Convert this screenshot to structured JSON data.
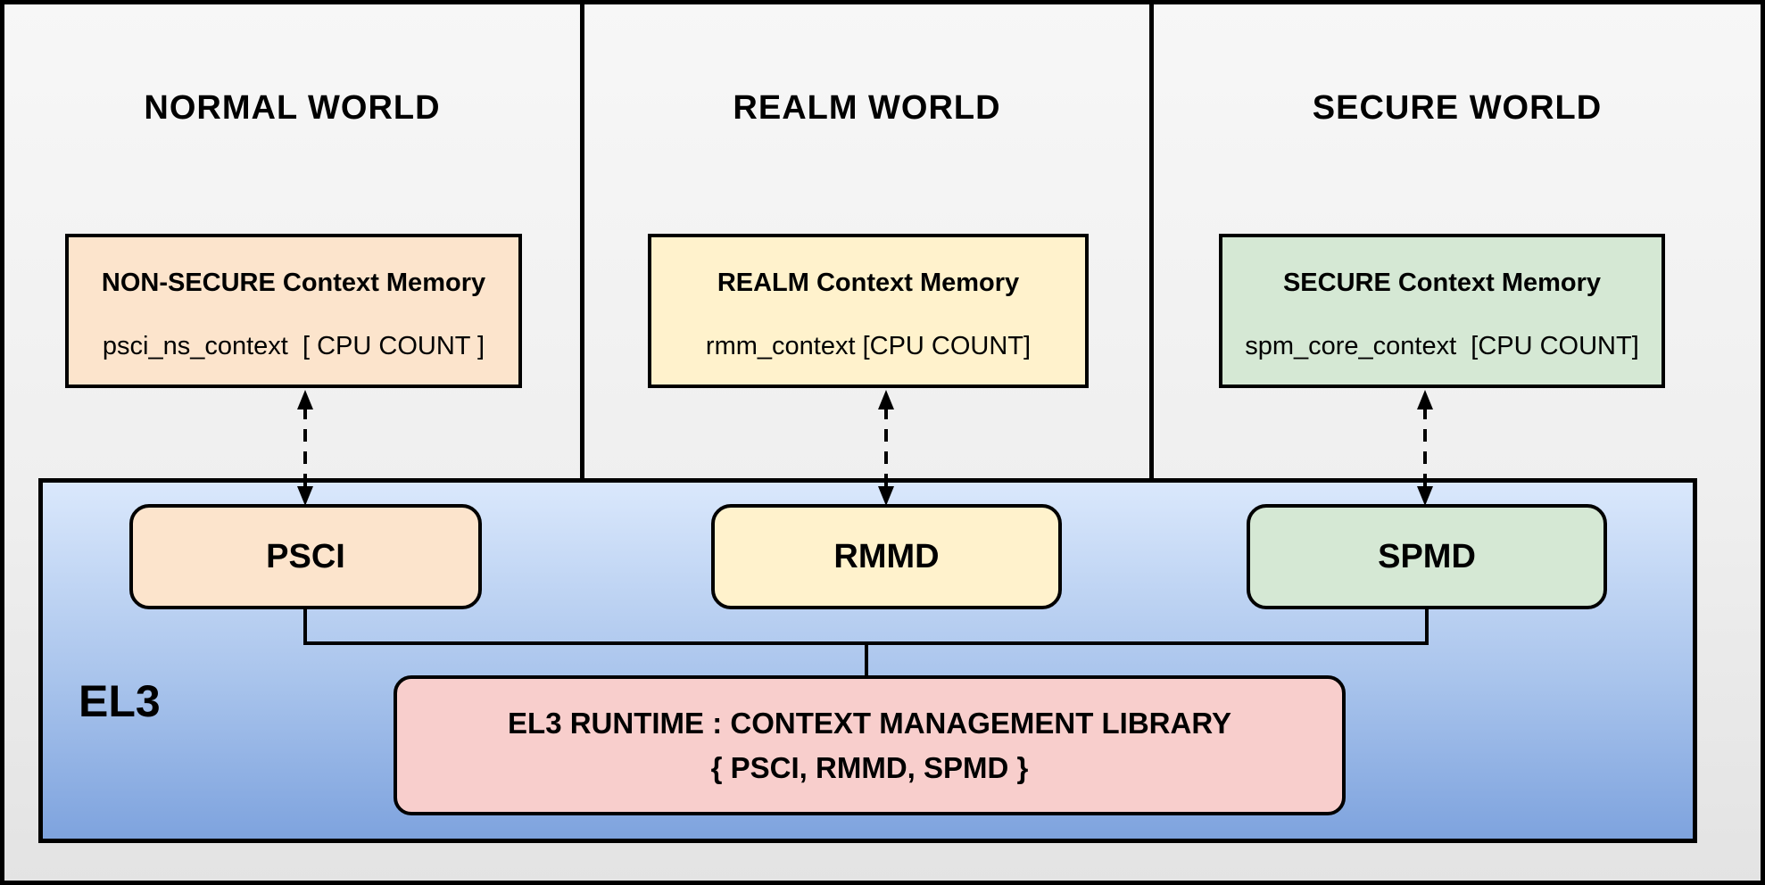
{
  "worlds": [
    {
      "title": "NORMAL WORLD",
      "memory": {
        "title": "NON-SECURE Context Memory",
        "line": "psci_ns_context  [ CPU COUNT ]"
      },
      "el3_component": "PSCI"
    },
    {
      "title": "REALM WORLD",
      "memory": {
        "title": "REALM Context Memory",
        "line": "rmm_context [CPU COUNT]"
      },
      "el3_component": "RMMD"
    },
    {
      "title": "SECURE WORLD",
      "memory": {
        "title": "SECURE Context Memory",
        "line": "spm_core_context  [CPU COUNT]"
      },
      "el3_component": "SPMD"
    }
  ],
  "el3": {
    "label": "EL3",
    "runtime": {
      "line1": "EL3 RUNTIME : CONTEXT MANAGEMENT LIBRARY",
      "line2": "{ PSCI, RMMD, SPMD }"
    }
  },
  "colors": {
    "non_secure_fill": "#FCE4CC",
    "realm_fill": "#FFF2CC",
    "secure_fill": "#D5E8D4",
    "el3_runtime_fill": "#F8CECC",
    "el3_gradient_top": "#DAE8FC",
    "el3_gradient_bottom": "#7EA3DE",
    "line_color": "#000000",
    "canvas_background": "#EFEFEF"
  }
}
